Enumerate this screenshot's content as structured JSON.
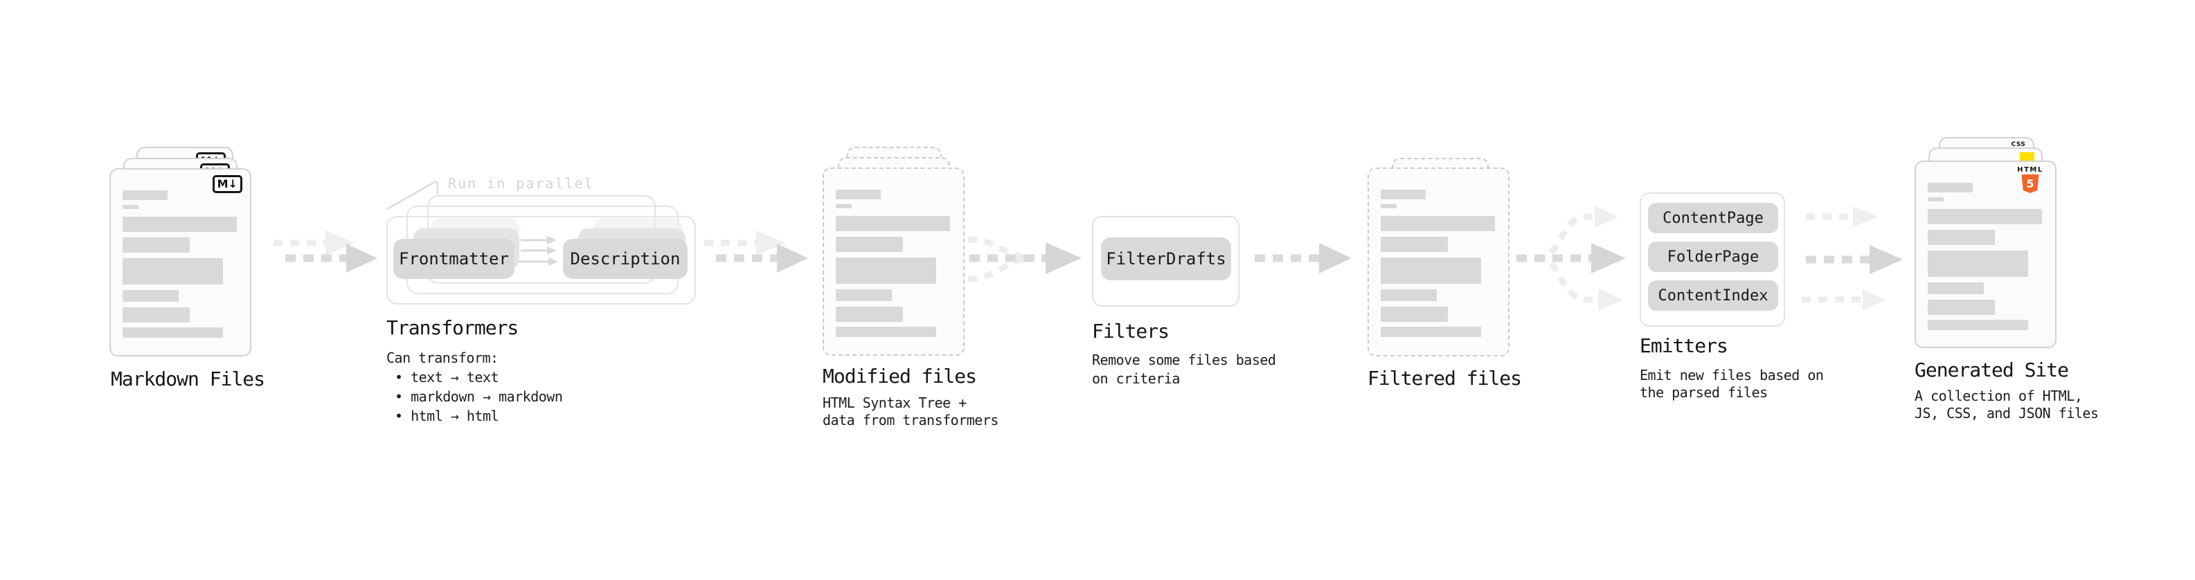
{
  "flow_order": [
    "Markdown Files",
    "Transformers",
    "Modified files",
    "Filters",
    "Filtered files",
    "Emitters",
    "Generated Site"
  ],
  "markdown_files": {
    "title": "Markdown Files",
    "badge": "M↓"
  },
  "transformers": {
    "title": "Transformers",
    "annotation": "Run in parallel",
    "pill_left": "Frontmatter",
    "pill_right": "Description",
    "caption": "Can transform:",
    "bullets": [
      "• text → text",
      "• markdown → markdown",
      "• html → html"
    ]
  },
  "modified_files": {
    "title": "Modified files",
    "caption1": "HTML Syntax Tree +",
    "caption2": "data from transformers"
  },
  "filters": {
    "title": "Filters",
    "pill": "FilterDrafts",
    "caption1": "Remove some files based",
    "caption2": "on criteria"
  },
  "filtered_files": {
    "title": "Filtered files"
  },
  "emitters": {
    "title": "Emitters",
    "pills": [
      "ContentPage",
      "FolderPage",
      "ContentIndex"
    ],
    "caption1": "Emit new files based on",
    "caption2": "the parsed files"
  },
  "generated_site": {
    "title": "Generated Site",
    "caption1": "A collection of HTML,",
    "caption2": "JS, CSS, and JSON files",
    "html_word": "HTML",
    "html_number": "5",
    "css_word": "CSS"
  },
  "colors": {
    "html5_orange": "#f16529",
    "js_yellow": "#ffdf00",
    "css_blue": "#2e6bf0",
    "skeleton_bar": "#d9d9d9",
    "pill_gray": "#d9d9d9",
    "arrow_gray": "#dadada",
    "arrow_light": "#ededed",
    "card_border": "#d2d2d2"
  }
}
